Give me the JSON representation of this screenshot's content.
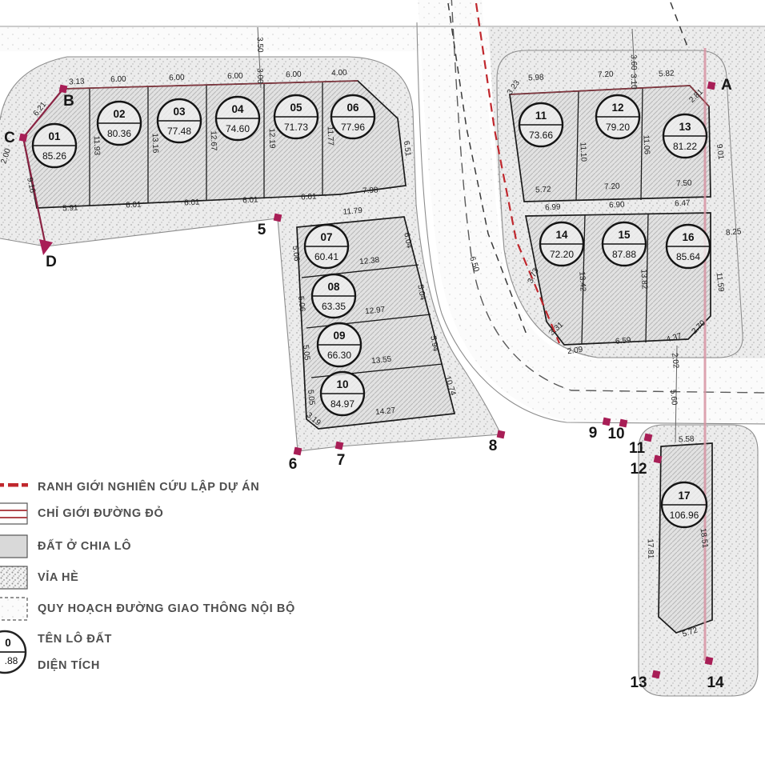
{
  "plots": [
    {
      "id": "01",
      "area": "85.26"
    },
    {
      "id": "02",
      "area": "80.36"
    },
    {
      "id": "03",
      "area": "77.48"
    },
    {
      "id": "04",
      "area": "74.60"
    },
    {
      "id": "05",
      "area": "71.73"
    },
    {
      "id": "06",
      "area": "77.96"
    },
    {
      "id": "07",
      "area": "60.41"
    },
    {
      "id": "08",
      "area": "63.35"
    },
    {
      "id": "09",
      "area": "66.30"
    },
    {
      "id": "10",
      "area": "84.97"
    },
    {
      "id": "11",
      "area": "73.66"
    },
    {
      "id": "12",
      "area": "79.20"
    },
    {
      "id": "13",
      "area": "81.22"
    },
    {
      "id": "14",
      "area": "72.20"
    },
    {
      "id": "15",
      "area": "87.88"
    },
    {
      "id": "16",
      "area": "85.64"
    },
    {
      "id": "17",
      "area": "106.96"
    }
  ],
  "points": [
    {
      "label": "A"
    },
    {
      "label": "B"
    },
    {
      "label": "C"
    },
    {
      "label": "D"
    },
    {
      "label": "5"
    },
    {
      "label": "6"
    },
    {
      "label": "7"
    },
    {
      "label": "8"
    },
    {
      "label": "9"
    },
    {
      "label": "10"
    },
    {
      "label": "11"
    },
    {
      "label": "12"
    },
    {
      "label": "13"
    },
    {
      "label": "14"
    }
  ],
  "dims": [
    "3.13",
    "6.00",
    "6.00",
    "6.00",
    "6.00",
    "4.00",
    "6.21",
    "2.00",
    "9.16",
    "5.91",
    "6.01",
    "6.01",
    "6.01",
    "6.01",
    "7.98",
    "11.93",
    "13.16",
    "12.67",
    "12.19",
    "11.77",
    "6.51",
    "11.79",
    "12.38",
    "12.97",
    "13.55",
    "14.27",
    "6.04",
    "5.04",
    "5.94",
    "10.74",
    "5.06",
    "5.06",
    "5.05",
    "5.05",
    "3.19",
    "5.98",
    "7.20",
    "5.82",
    "2.81",
    "9.01",
    "11.10",
    "11.06",
    "5.72",
    "7.20",
    "7.50",
    "6.99",
    "6.90",
    "6.47",
    "13.42",
    "13.82",
    "3.31",
    "2.09",
    "6.59",
    "4.37",
    "2.70",
    "8.25",
    "11.59",
    "3.23",
    "3.73",
    "2.02",
    "5.60",
    "5.58",
    "17.81",
    "18.51",
    "5.72",
    "3.50",
    "3.00",
    "3.60",
    "3.10",
    "6.50"
  ],
  "legend": {
    "items": [
      {
        "label": "RANH GIỚI NGHIÊN CỨU LẬP DỰ ÁN"
      },
      {
        "label": "CHỈ GIỚI ĐƯỜNG ĐỎ"
      },
      {
        "label": "ĐẤT Ở CHIA LÔ"
      },
      {
        "label": "VỈA HÈ"
      },
      {
        "label": "QUY HOẠCH ĐƯỜNG GIAO THÔNG NỘI BỘ"
      },
      {
        "label": "TÊN LÔ ĐẤT"
      },
      {
        "label": "DIỆN TÍCH"
      }
    ],
    "sample_plot_id": "0",
    "sample_area": ".88"
  },
  "colors": {
    "node_magenta": "#a81e56",
    "boundary_red": "#c0272d",
    "red_line_pink": "#d795a4",
    "plot_gray": "#e2e2e2"
  }
}
